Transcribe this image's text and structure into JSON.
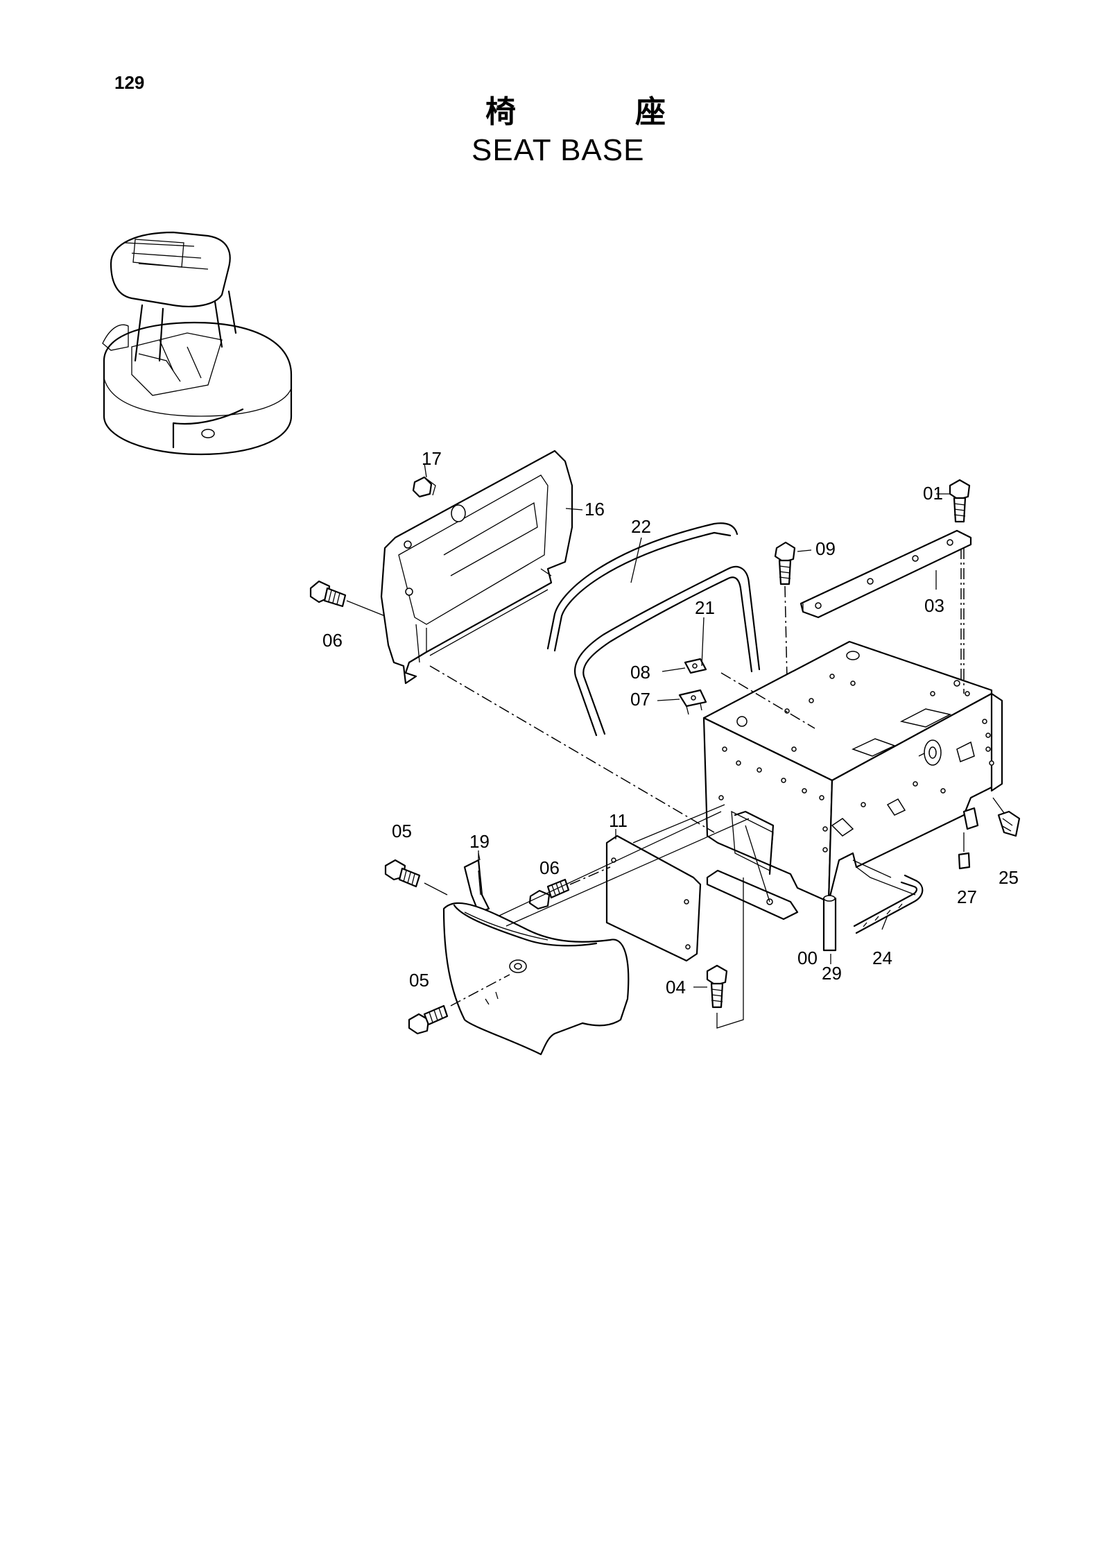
{
  "page_number": "129",
  "title": {
    "jp_char_1": "椅",
    "jp_char_2": "座",
    "en": "SEAT BASE"
  },
  "callouts": {
    "p00": "00",
    "p01": "01",
    "p03": "03",
    "p04": "04",
    "p05a": "05",
    "p05b": "05",
    "p06a": "06",
    "p06b": "06",
    "p07": "07",
    "p08": "08",
    "p09": "09",
    "p11": "11",
    "p16": "16",
    "p17": "17",
    "p19": "19",
    "p21": "21",
    "p22": "22",
    "p24": "24",
    "p25": "25",
    "p27": "27",
    "p29": "29"
  }
}
